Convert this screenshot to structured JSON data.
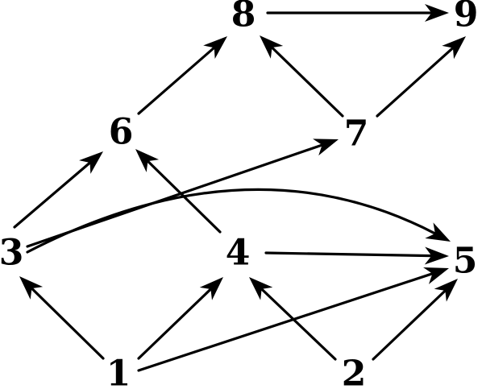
{
  "graph": {
    "nodes": [
      {
        "id": "1",
        "label": "1"
      },
      {
        "id": "2",
        "label": "2"
      },
      {
        "id": "3",
        "label": "3"
      },
      {
        "id": "4",
        "label": "4"
      },
      {
        "id": "5",
        "label": "5"
      },
      {
        "id": "6",
        "label": "6"
      },
      {
        "id": "7",
        "label": "7"
      },
      {
        "id": "8",
        "label": "8"
      },
      {
        "id": "9",
        "label": "9"
      }
    ],
    "edges": [
      {
        "from": "1",
        "to": "3"
      },
      {
        "from": "1",
        "to": "4"
      },
      {
        "from": "1",
        "to": "5"
      },
      {
        "from": "2",
        "to": "4"
      },
      {
        "from": "2",
        "to": "5"
      },
      {
        "from": "3",
        "to": "6"
      },
      {
        "from": "3",
        "to": "7"
      },
      {
        "from": "3",
        "to": "5"
      },
      {
        "from": "4",
        "to": "5"
      },
      {
        "from": "4",
        "to": "6"
      },
      {
        "from": "6",
        "to": "8"
      },
      {
        "from": "7",
        "to": "8"
      },
      {
        "from": "7",
        "to": "9"
      },
      {
        "from": "8",
        "to": "9"
      }
    ]
  }
}
